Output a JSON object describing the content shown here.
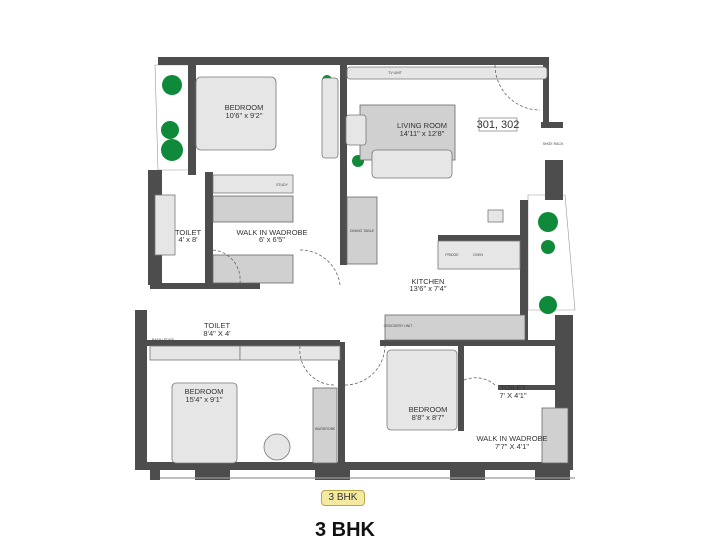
{
  "unit_number": "301, 302",
  "rooms": [
    {
      "name": "BEDROOM",
      "size": "10'6\" x 9'2\""
    },
    {
      "name": "LIVING ROOM",
      "size": "14'11\" x 12'8\""
    },
    {
      "name": "TOILET",
      "size": "4' x 8'"
    },
    {
      "name": "WALK IN WADROBE",
      "size": "6' x 6'5\""
    },
    {
      "name": "KITCHEN",
      "size": "13'6\" x 7'4\""
    },
    {
      "name": "TOILET",
      "size": "8'4\" X 4'"
    },
    {
      "name": "BEDROOM",
      "size": "15'4\" x 9'1\""
    },
    {
      "name": "BEDROOM",
      "size": "8'8\" x 8'7\""
    },
    {
      "name": "TOILET",
      "size": "7' X 4'1\""
    },
    {
      "name": "WALK IN WADROBE",
      "size": "7'7\" X 4'1\""
    }
  ],
  "fixtures": {
    "tv_unit": "TV UNIT",
    "dining_table": "DINING TABLE",
    "fridge": "FRIDGE",
    "oven": "OVEN",
    "study": "STUDY",
    "shoe_rack": "SHOE RACK",
    "crockery_unit": "CROCKERY UNIT",
    "bath_ledge": "BATH LEDGE",
    "wardrobe": "WARDROBE"
  },
  "badge": "3 BHK",
  "title": "3 BHK",
  "colors": {
    "wall": "#4d4d4d",
    "plant": "#0f8a3a",
    "badge": "#f4e9a0"
  }
}
